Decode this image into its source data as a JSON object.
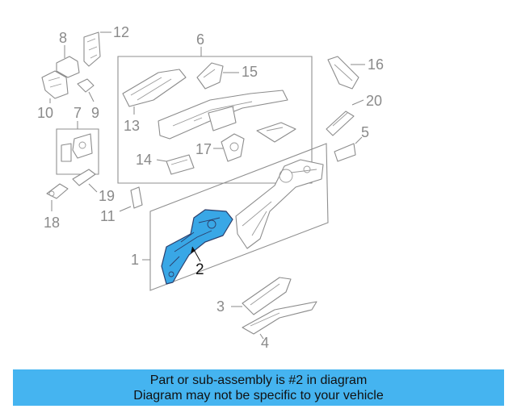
{
  "callouts": {
    "c1": "1",
    "c2": "2",
    "c3": "3",
    "c4": "4",
    "c5": "5",
    "c6": "6",
    "c7": "7",
    "c8": "8",
    "c9": "9",
    "c10": "10",
    "c11": "11",
    "c12": "12",
    "c13": "13",
    "c14": "14",
    "c15": "15",
    "c16": "16",
    "c17": "17",
    "c18": "18",
    "c19": "19",
    "c20": "20"
  },
  "highlight": {
    "part_number": "2",
    "color": "#39a7e6",
    "outline": "#2c3e6b"
  },
  "banner": {
    "line1": "Part or sub-assembly is #2 in diagram",
    "line2": "Diagram may not be specific to your vehicle",
    "color": "#45b4f0"
  }
}
